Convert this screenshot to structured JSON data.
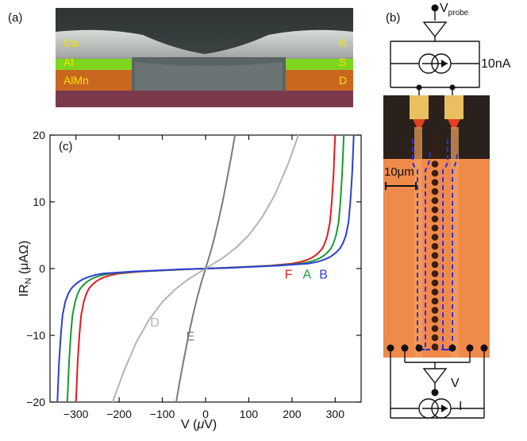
{
  "panel_a": {
    "label": "(a)",
    "layers": [
      {
        "left": "Cu",
        "right": "N",
        "color": "#9a9a9a"
      },
      {
        "left": "Al",
        "right": "S",
        "color": "#7fd61e"
      },
      {
        "left": "AlMn",
        "right": "D",
        "color": "#c9671f"
      }
    ],
    "substrate_color": "#7a3a4c"
  },
  "panel_b": {
    "label": "(b)",
    "v_probe_main": "V",
    "v_probe_sub": "probe",
    "source_current": "10nA",
    "scale_bar": "10μm",
    "meter_label": "V",
    "current_label": "I",
    "colors": {
      "die": "#f08a4b",
      "trace": "#2f2fd8",
      "bond": "#e8c060",
      "dark": "#2b211c"
    }
  },
  "chart_data": {
    "type": "line",
    "panel_label": "(c)",
    "xlabel_main": "V (",
    "xlabel_unit": "μ",
    "xlabel_end": "V)",
    "ylabel_main": "IR",
    "ylabel_sub": "N",
    "ylabel_unit": " (μAΩ)",
    "xlim": [
      -360,
      360
    ],
    "ylim": [
      -20,
      20
    ],
    "xticks": [
      -300,
      -200,
      -100,
      0,
      100,
      200,
      300
    ],
    "xtick_labels": [
      "−300",
      "−200",
      "−100",
      "0",
      "100",
      "200",
      "300"
    ],
    "yticks": [
      -20,
      -10,
      0,
      10,
      20
    ],
    "ytick_labels": [
      "−20",
      "−10",
      "0",
      "10",
      "20"
    ],
    "series": [
      {
        "name": "F",
        "color": "#e31a1c",
        "x": [
          -300,
          -298,
          -296,
          -292,
          -288,
          -282,
          -276,
          -270,
          -262,
          -255,
          -245,
          -235,
          -220,
          -200,
          -150,
          -100,
          -50,
          0,
          50,
          100,
          150,
          200,
          220,
          235,
          245,
          255,
          262,
          270,
          276,
          282,
          288,
          292,
          296,
          298,
          300
        ],
        "y": [
          -20,
          -17,
          -14,
          -10,
          -7,
          -5,
          -3.8,
          -3,
          -2.4,
          -2,
          -1.6,
          -1.3,
          -1,
          -0.75,
          -0.45,
          -0.28,
          -0.13,
          0,
          0.13,
          0.28,
          0.45,
          0.75,
          1,
          1.3,
          1.6,
          2,
          2.4,
          3,
          3.8,
          5,
          7,
          10,
          14,
          17,
          20
        ]
      },
      {
        "name": "A",
        "color": "#1a9a2e",
        "x": [
          -320,
          -318,
          -316,
          -312,
          -308,
          -302,
          -296,
          -290,
          -282,
          -275,
          -265,
          -255,
          -240,
          -220,
          -160,
          -100,
          -50,
          0,
          50,
          100,
          160,
          220,
          240,
          255,
          265,
          275,
          282,
          290,
          296,
          302,
          308,
          312,
          316,
          318,
          320
        ],
        "y": [
          -20,
          -17,
          -14,
          -10,
          -7,
          -5,
          -3.8,
          -3,
          -2.4,
          -2,
          -1.6,
          -1.3,
          -1,
          -0.75,
          -0.45,
          -0.26,
          -0.12,
          0,
          0.12,
          0.26,
          0.45,
          0.75,
          1,
          1.3,
          1.6,
          2,
          2.4,
          3,
          3.8,
          5,
          7,
          10,
          14,
          17,
          20
        ]
      },
      {
        "name": "B",
        "color": "#2b3fd6",
        "x": [
          -343,
          -341,
          -339,
          -335,
          -331,
          -325,
          -318,
          -311,
          -302,
          -294,
          -284,
          -273,
          -258,
          -238,
          -170,
          -110,
          -50,
          0,
          50,
          110,
          170,
          238,
          258,
          273,
          284,
          294,
          302,
          311,
          318,
          325,
          331,
          335,
          339,
          341,
          343
        ],
        "y": [
          -20,
          -17,
          -14,
          -10,
          -7,
          -5,
          -3.8,
          -3,
          -2.4,
          -2,
          -1.6,
          -1.3,
          -1,
          -0.75,
          -0.45,
          -0.26,
          -0.1,
          0,
          0.1,
          0.26,
          0.45,
          0.75,
          1,
          1.3,
          1.6,
          2,
          2.4,
          3,
          3.8,
          5,
          7,
          10,
          14,
          17,
          20
        ]
      },
      {
        "name": "D",
        "color": "#b4b4b4",
        "x": [
          -215,
          -190,
          -160,
          -130,
          -100,
          -70,
          -40,
          -20,
          0,
          20,
          40,
          70,
          100,
          130,
          160,
          190,
          215
        ],
        "y": [
          -20,
          -15.5,
          -11,
          -7.6,
          -5,
          -3.1,
          -1.6,
          -0.8,
          0,
          0.8,
          1.6,
          3.1,
          5,
          7.6,
          11,
          15.5,
          20
        ]
      },
      {
        "name": "E",
        "color": "#7a7a7a",
        "x": [
          -68,
          -60,
          -50,
          -40,
          -30,
          -20,
          -10,
          0,
          10,
          20,
          30,
          40,
          50,
          60,
          68
        ],
        "y": [
          -20,
          -17,
          -13.5,
          -10.2,
          -7.2,
          -4.5,
          -2.1,
          0,
          2.1,
          4.5,
          7.2,
          10.2,
          13.5,
          17,
          20
        ]
      }
    ],
    "labels": [
      {
        "text": "F",
        "series": "F",
        "x": 183,
        "y": -1.5
      },
      {
        "text": "A",
        "series": "A",
        "x": 225,
        "y": -1.5
      },
      {
        "text": "B",
        "series": "B",
        "x": 263,
        "y": -1.5
      },
      {
        "text": "D",
        "series": "D",
        "x": -128,
        "y": -8.7
      },
      {
        "text": "E",
        "series": "E",
        "x": -45,
        "y": -10.8
      }
    ]
  }
}
